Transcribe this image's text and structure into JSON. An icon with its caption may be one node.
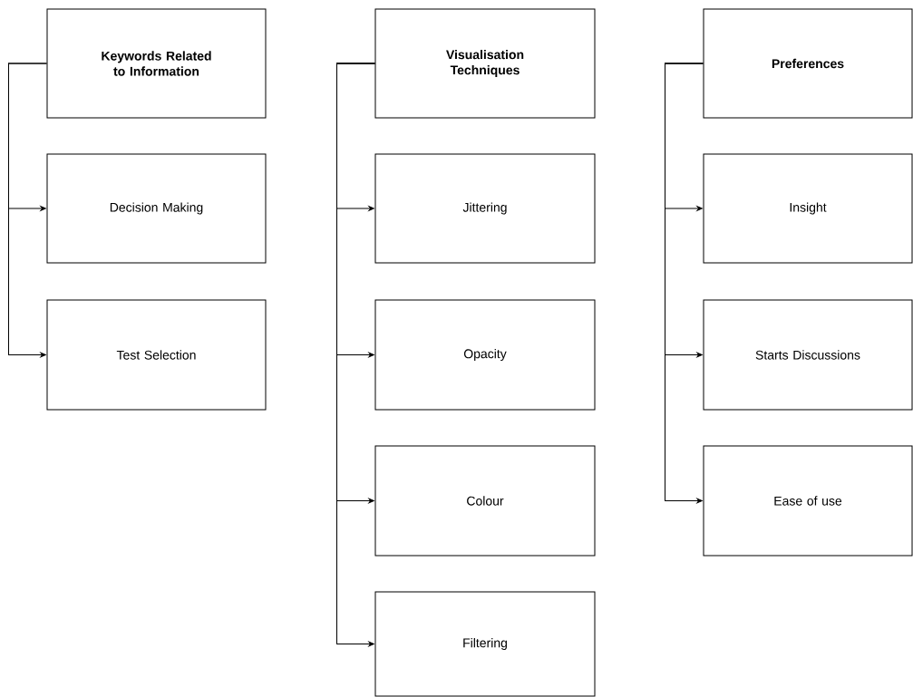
{
  "diagram": {
    "nodes": [
      {
        "text": [
          "Keywords Related to Information"
        ]
      },
      {
        "text": [
          "Decision Making"
        ]
      },
      {
        "text": [
          "Test Selection"
        ]
      },
      {
        "text": [
          "Visualisation Techniques"
        ]
      },
      {
        "text": [
          "Jittering"
        ]
      },
      {
        "text": [
          "Opacity"
        ]
      },
      {
        "text": [
          "Colour"
        ]
      },
      {
        "text": [
          "Filtering"
        ]
      },
      {
        "text": [
          "Preferences"
        ]
      },
      {
        "text": [
          "Insight"
        ]
      },
      {
        "text": [
          "Starts Discussions"
        ]
      },
      {
        "text": [
          "Ease of use"
        ]
      }
    ],
    "edges": [
      {
        "from": 0,
        "to": 1,
        "arrow": "to"
      },
      {
        "from": 0,
        "to": 2,
        "arrow": "to"
      },
      {
        "from": 3,
        "to": 4,
        "arrow": "to"
      },
      {
        "from": 3,
        "to": 5,
        "arrow": "to"
      },
      {
        "from": 3,
        "to": 6,
        "arrow": "to"
      },
      {
        "from": 3,
        "to": 7,
        "arrow": "to"
      },
      {
        "from": 8,
        "to": 9,
        "arrow": "to"
      },
      {
        "from": 8,
        "to": 10,
        "arrow": "to"
      },
      {
        "from": 8,
        "to": 11,
        "arrow": "to"
      }
    ]
  }
}
